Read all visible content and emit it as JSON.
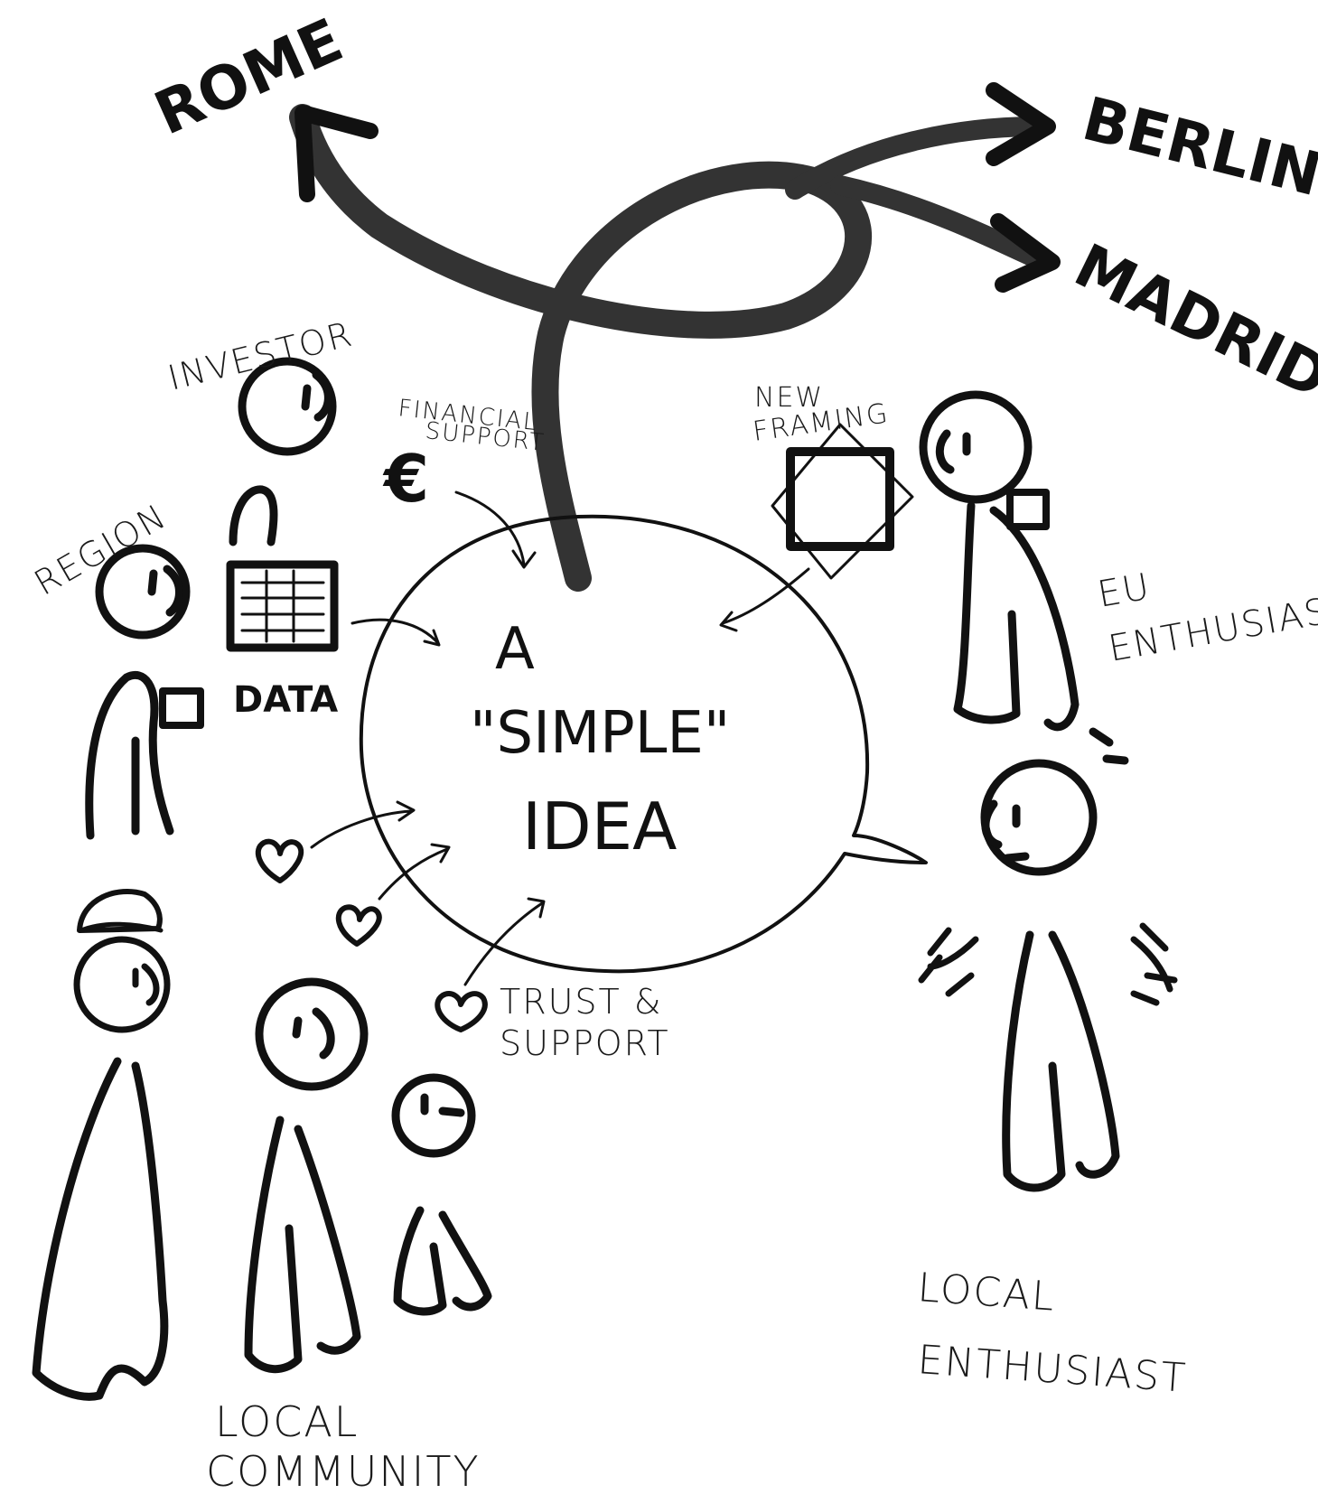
{
  "destinations": {
    "rome": "ROME",
    "berlin": "BERLIN",
    "madrid": "MADRID"
  },
  "bubble": {
    "line1": "A",
    "line2": "\"SIMPLE\"",
    "line3": "IDEA"
  },
  "actors": {
    "investor": "INVESTOR",
    "region": "REGION",
    "eu_enthusiast_line1": "EU",
    "eu_enthusiast_line2": "ENTHUSIAST",
    "local_enthusiast_line1": "LOCAL",
    "local_enthusiast_line2": "ENTHUSIAST",
    "local_community_line1": "LOCAL",
    "local_community_line2": "COMMUNITY"
  },
  "inputs": {
    "financial_support_line1": "FINANCIAL",
    "financial_support_line2": "SUPPORT",
    "euro_symbol": "€",
    "data": "DATA",
    "new_framing_line1": "NEW",
    "new_framing_line2": "FRAMING",
    "trust_support_line1": "TRUST &",
    "trust_support_line2": "SUPPORT"
  },
  "colors": {
    "ink": "#111111",
    "paper": "#ffffff",
    "arrow_fill": "#333333"
  }
}
